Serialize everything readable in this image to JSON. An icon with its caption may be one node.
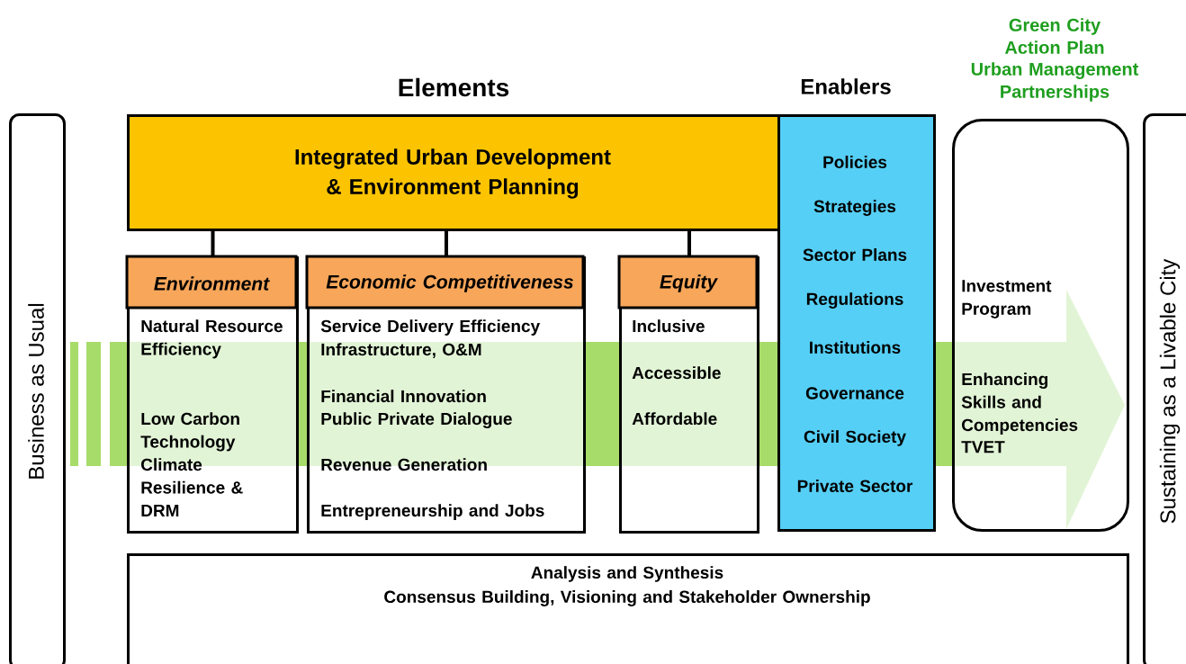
{
  "diagram": {
    "nodes": [
      {
        "text": [
          "Business as Usual"
        ]
      },
      {
        "text": [
          "Integrated Urban Development & Environment Planning"
        ]
      },
      {
        "text": [
          "Environment",
          "Natural Resource Efficiency",
          "Low Carbon Technology",
          "Climate Resilience & DRM"
        ]
      },
      {
        "text": [
          "Economic Competitiveness",
          "Service Delivery Efficiency",
          "Infrastructure, O&M",
          "Financial Innovation",
          "Public Private Dialogue",
          "Revenue Generation",
          "Entrepreneurship and Jobs"
        ]
      },
      {
        "text": [
          "Equity",
          "Inclusive",
          "Accessible",
          "Affordable"
        ]
      },
      {
        "text": [
          "Enablers",
          "Policies",
          "Strategies",
          "Sector Plans",
          "Regulations",
          "Institutions",
          "Governance",
          "Civil Society",
          "Private Sector"
        ]
      },
      {
        "text": [
          "Green City Action Plan",
          "Urban Management Partnerships",
          "Investment Program",
          "Enhancing Skills and Competencies",
          "TVET"
        ]
      },
      {
        "text": [
          "Sustaining as a Livable City"
        ]
      },
      {
        "text": [
          "Analysis and Synthesis",
          "Consensus Building, Visioning and Stakeholder Ownership"
        ]
      }
    ],
    "edges": [
      {
        "from": 1,
        "to": 2,
        "arrow": "none"
      },
      {
        "from": 1,
        "to": 3,
        "arrow": "none"
      },
      {
        "from": 1,
        "to": 4,
        "arrow": "none"
      }
    ],
    "labels": [
      "Elements"
    ]
  }
}
